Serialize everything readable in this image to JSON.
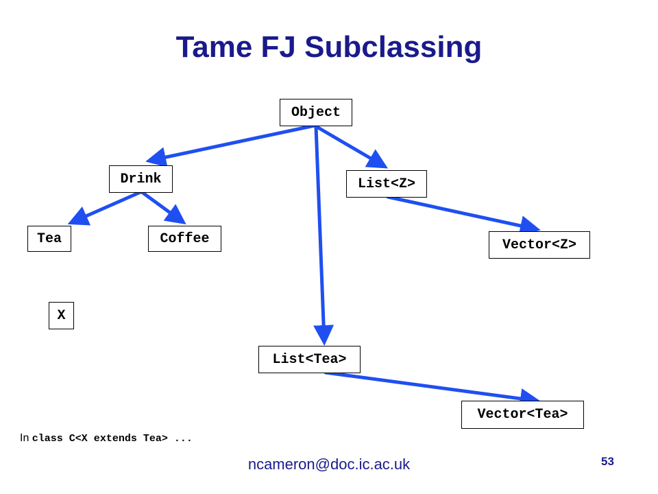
{
  "title": "Tame FJ Subclassing",
  "nodes": {
    "object": "Object",
    "drink": "Drink",
    "list_z": "List<Z>",
    "tea": "Tea",
    "coffee": "Coffee",
    "vector_z": "Vector<Z>",
    "x": "X",
    "list_tea": "List<Tea>",
    "vector_tea": "Vector<Tea>"
  },
  "caption": {
    "prefix": "In",
    "code": "class C<X extends Tea> ..."
  },
  "footer": {
    "email": "ncameron@doc.ic.ac.uk",
    "slide_number": "53"
  },
  "colors": {
    "arrow": "#1f4ff0",
    "title": "#1a1a8c"
  }
}
